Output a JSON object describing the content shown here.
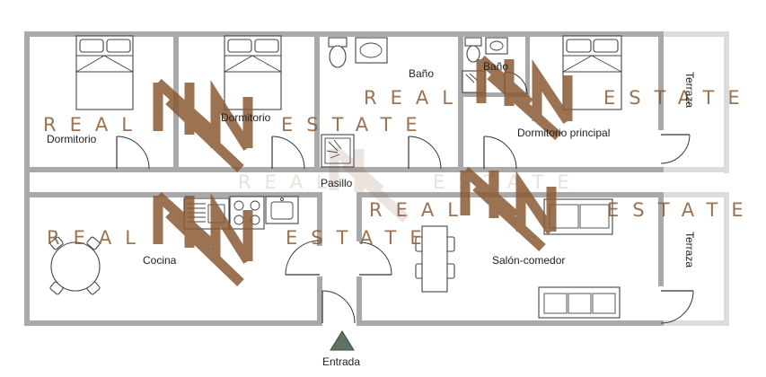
{
  "rooms": {
    "dormitorio": "Dormitorio",
    "dormitorio_2": "Dormitorio",
    "bano": "Baño",
    "bano_2": "Baño",
    "dormitorio_principal": "Dormitorio principal",
    "terraza_top": "Terraza",
    "pasillo": "Pasillo",
    "cocina": "Cocina",
    "salon": "Salón-comedor",
    "terraza_bottom": "Terraza"
  },
  "entrance_label": "Entrada",
  "watermark": {
    "brand_left": "REAL",
    "brand_right": "ESTATE"
  },
  "colors": {
    "walls": "#a9a9a9",
    "watermark": "#8a5a35",
    "entrance_marker": "#5f7264"
  }
}
